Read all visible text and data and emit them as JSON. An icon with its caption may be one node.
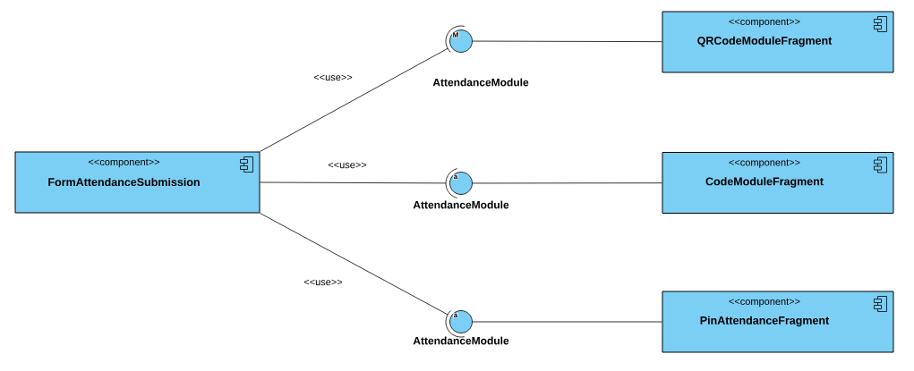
{
  "diagram": {
    "nodes": [
      {
        "text": [
          "<<component>>",
          "FormAttendanceSubmission"
        ]
      },
      {
        "text": [
          "<<component>>",
          "QRCodeModuleFragment"
        ]
      },
      {
        "text": [
          "<<component>>",
          "CodeModuleFragment"
        ]
      },
      {
        "text": [
          "<<component>>",
          "PinAttendanceFragment"
        ]
      },
      {
        "text": [
          "M"
        ],
        "beside": [
          "AttendanceModule"
        ]
      },
      {
        "text": [
          "a"
        ],
        "beside": [
          "AttendanceModule"
        ]
      },
      {
        "text": [
          "a"
        ],
        "beside": [
          "AttendanceModule"
        ]
      }
    ],
    "edges": [
      {
        "from": 0,
        "to": 4,
        "arrow": "none",
        "label": "<<use>>"
      },
      {
        "from": 0,
        "to": 5,
        "arrow": "none",
        "label": "<<use>>"
      },
      {
        "from": 0,
        "to": 6,
        "arrow": "none",
        "label": "<<use>>"
      },
      {
        "from": 4,
        "to": 1,
        "arrow": "none"
      },
      {
        "from": 5,
        "to": 2,
        "arrow": "none"
      },
      {
        "from": 6,
        "to": 3,
        "arrow": "none"
      }
    ]
  }
}
